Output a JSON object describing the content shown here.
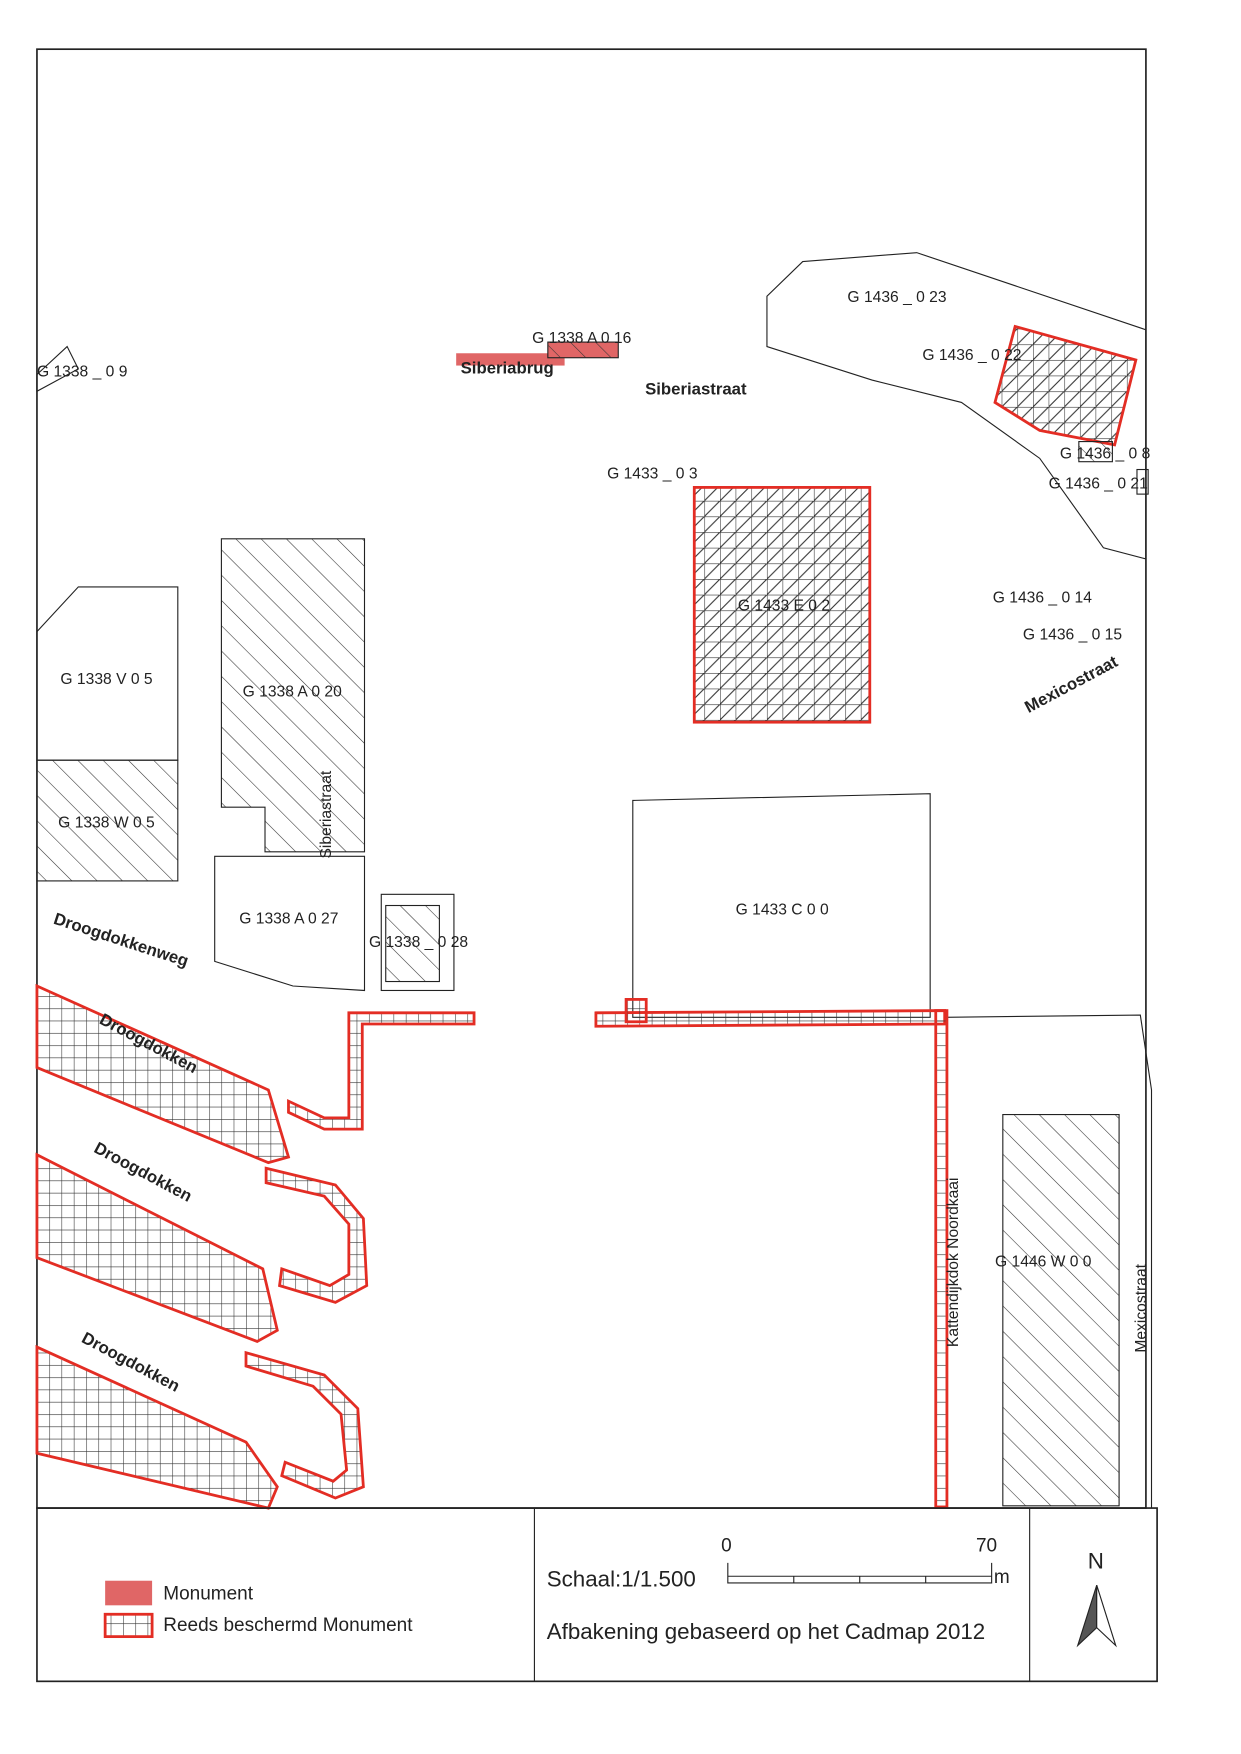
{
  "map": {
    "parcels": {
      "p1338_09": "G 1338 _ 0 9",
      "p1338_A016": "G 1338 A 0 16",
      "p1436_023": "G 1436 _ 0 23",
      "p1436_022": "G 1436 _ 0 22",
      "p1433_03": "G 1433 _ 0 3",
      "p1436_08": "G 1436 _ 0 8",
      "p1436_021": "G 1436 _ 0 21",
      "p1433_E02": "G 1433 E 0 2",
      "p1436_014": "G 1436 _ 0 14",
      "p1436_015": "G 1436 _ 0 15",
      "p1338_V05": "G 1338 V 0 5",
      "p1338_A020": "G 1338 A 0 20",
      "p1338_W05": "G 1338 W 0 5",
      "p1338_A027": "G 1338 A 0 27",
      "p1338_028": "G 1338 _ 0 28",
      "p1433_C00": "G 1433 C 0 0",
      "p1446_W00": "G 1446 W 0 0"
    },
    "streets": {
      "siberiabrug": "Siberiabrug",
      "siberiastraat": "Siberiastraat",
      "siberiastraat_vertical": "Siberiastraat",
      "mexicostraat": "Mexicostraat",
      "mexicostraat_vertical": "Mexicostraat",
      "droogdokkenweg": "Droogdokkenweg",
      "droogdokken_1": "Droogdokken",
      "droogdokken_2": "Droogdokken",
      "droogdokken_3": "Droogdokken",
      "kattendijkdok": "Kattendijkdok Noordkaai"
    }
  },
  "legend": {
    "monument": "Monument",
    "protected": "Reeds beschermd Monument",
    "monument_color": "#e06666",
    "outline_color": "#e32d24"
  },
  "scale": {
    "label": "Schaal:1/1.500",
    "start": "0",
    "end": "70",
    "unit": "m",
    "source": "Afbakening gebaseerd op het Cadmap 2012"
  },
  "north": {
    "label": "N",
    "icon": "north-arrow-icon"
  }
}
